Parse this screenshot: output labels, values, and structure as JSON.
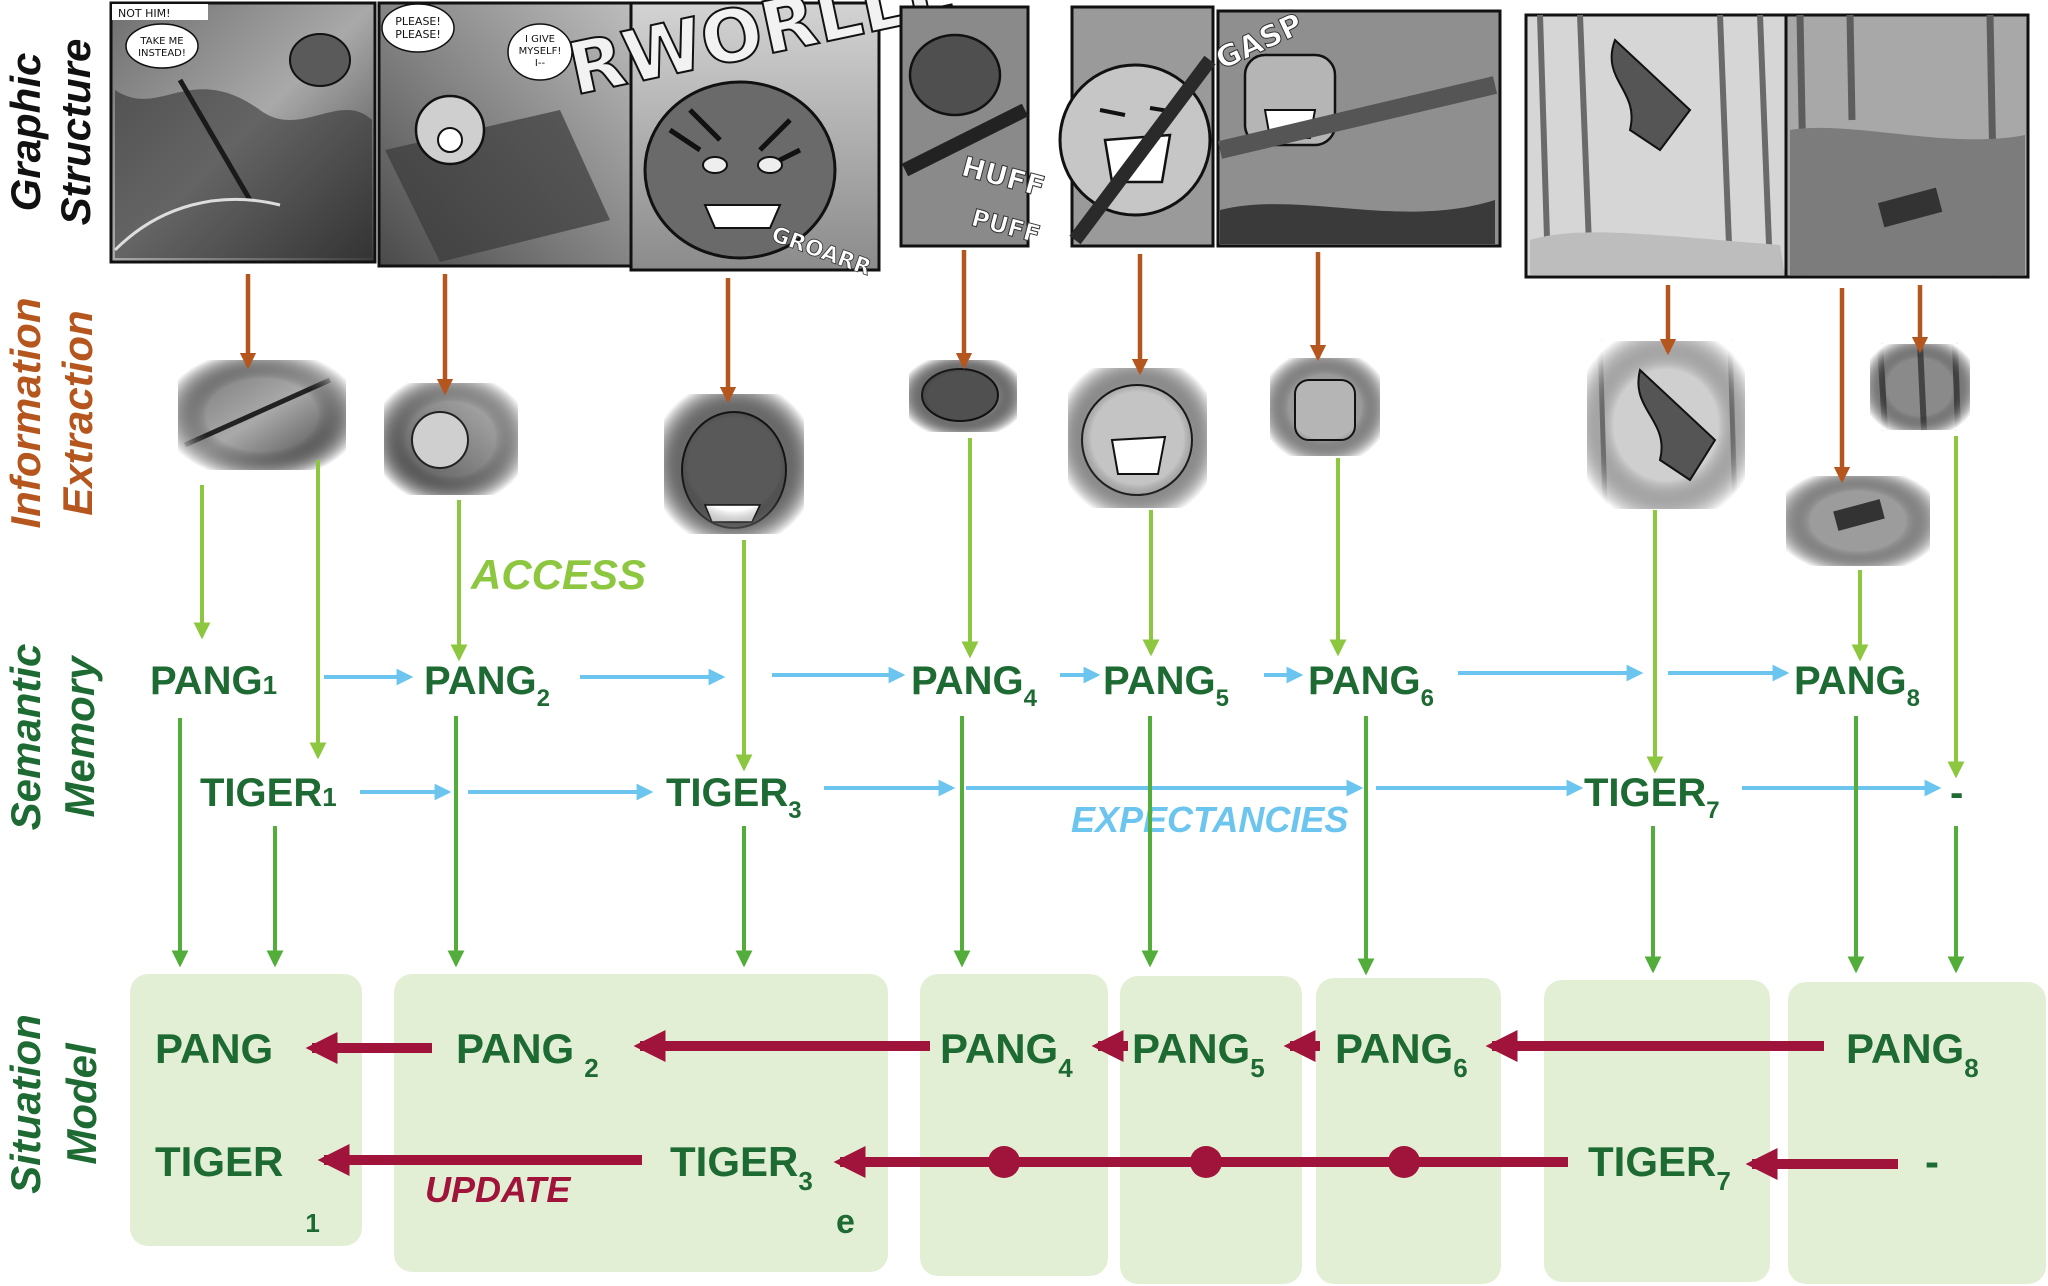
{
  "colors": {
    "semantic": "#1d6a33",
    "extraction": "#b5561e",
    "access": "#8dc63f",
    "expectancies": "#6cc5ee",
    "update": "#a0133a",
    "situation_box": "#e3efd5"
  },
  "row_labels": {
    "graphic_structure": [
      "Graphic",
      "Structure"
    ],
    "information_extraction": [
      "Information",
      "Extraction"
    ],
    "semantic_memory": [
      "Semantic",
      "Memory"
    ],
    "situation_model": [
      "Situation",
      "Model"
    ]
  },
  "comic_text": {
    "not_him": "NOT HIM!",
    "take_me": [
      "TAKE ME",
      "INSTEAD!"
    ],
    "please": [
      "PLEASE!",
      "PLEASE!"
    ],
    "give": [
      "I GIVE",
      "MYSELF!",
      "I--"
    ],
    "roar": "RWORLLL",
    "growl": "GROARR",
    "huff": [
      "HUFF",
      "PUFF"
    ],
    "gasp": "GASP"
  },
  "annotations": {
    "access": "ACCESS",
    "expectancies": "EXPECTANCIES",
    "update": "UPDATE"
  },
  "semantic_memory": {
    "pang_base": "PANG",
    "tiger_base": "TIGER",
    "pang": [
      {
        "panel": "1",
        "base": "PANG",
        "sub": "1"
      },
      {
        "panel": "2",
        "base": "PANG",
        "sub": "2"
      },
      {
        "panel": "4",
        "base": "PANG",
        "sub": "4"
      },
      {
        "panel": "5",
        "base": "PANG",
        "sub": "5"
      },
      {
        "panel": "6",
        "base": "PANG",
        "sub": "6"
      },
      {
        "panel": "8",
        "base": "PANG",
        "sub": "8"
      }
    ],
    "tiger": [
      {
        "panel": "1",
        "base": "TIGER",
        "sub": "1"
      },
      {
        "panel": "3",
        "base": "TIGER",
        "sub": "3"
      },
      {
        "panel": "7",
        "base": "TIGER",
        "sub": "7"
      }
    ],
    "missing": "-"
  },
  "situation_model": {
    "pang": [
      {
        "base": "PANG",
        "sub": ""
      },
      {
        "base": "PANG",
        "sub": "2"
      },
      {
        "base": "PANG",
        "sub": "4"
      },
      {
        "base": "PANG",
        "sub": "5"
      },
      {
        "base": "PANG",
        "sub": "6"
      },
      {
        "base": "PANG",
        "sub": "8"
      }
    ],
    "tiger": [
      {
        "base": "TIGER",
        "sub": "1"
      },
      {
        "base": "TIGER",
        "sub": "3",
        "extra": "e"
      },
      {
        "base": "TIGER",
        "sub": "7"
      }
    ],
    "missing": "-"
  }
}
